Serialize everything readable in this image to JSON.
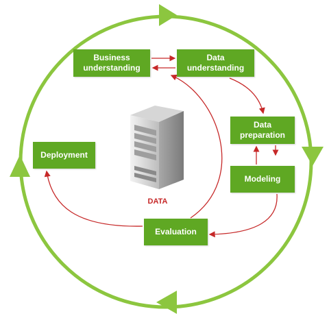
{
  "diagram": {
    "nodes": {
      "business_understanding": "Business\nunderstanding",
      "data_understanding": "Data\nunderstanding",
      "data_preparation": "Data\npreparation",
      "modeling": "Modeling",
      "deployment": "Deployment",
      "evaluation": "Evaluation"
    },
    "center_label": "DATA",
    "center_icon": "server-icon",
    "colors": {
      "node_fill": "#5fa823",
      "cycle_ring": "#8cc63f",
      "flow_arrow": "#c62828",
      "label_text": "#c62828"
    }
  }
}
